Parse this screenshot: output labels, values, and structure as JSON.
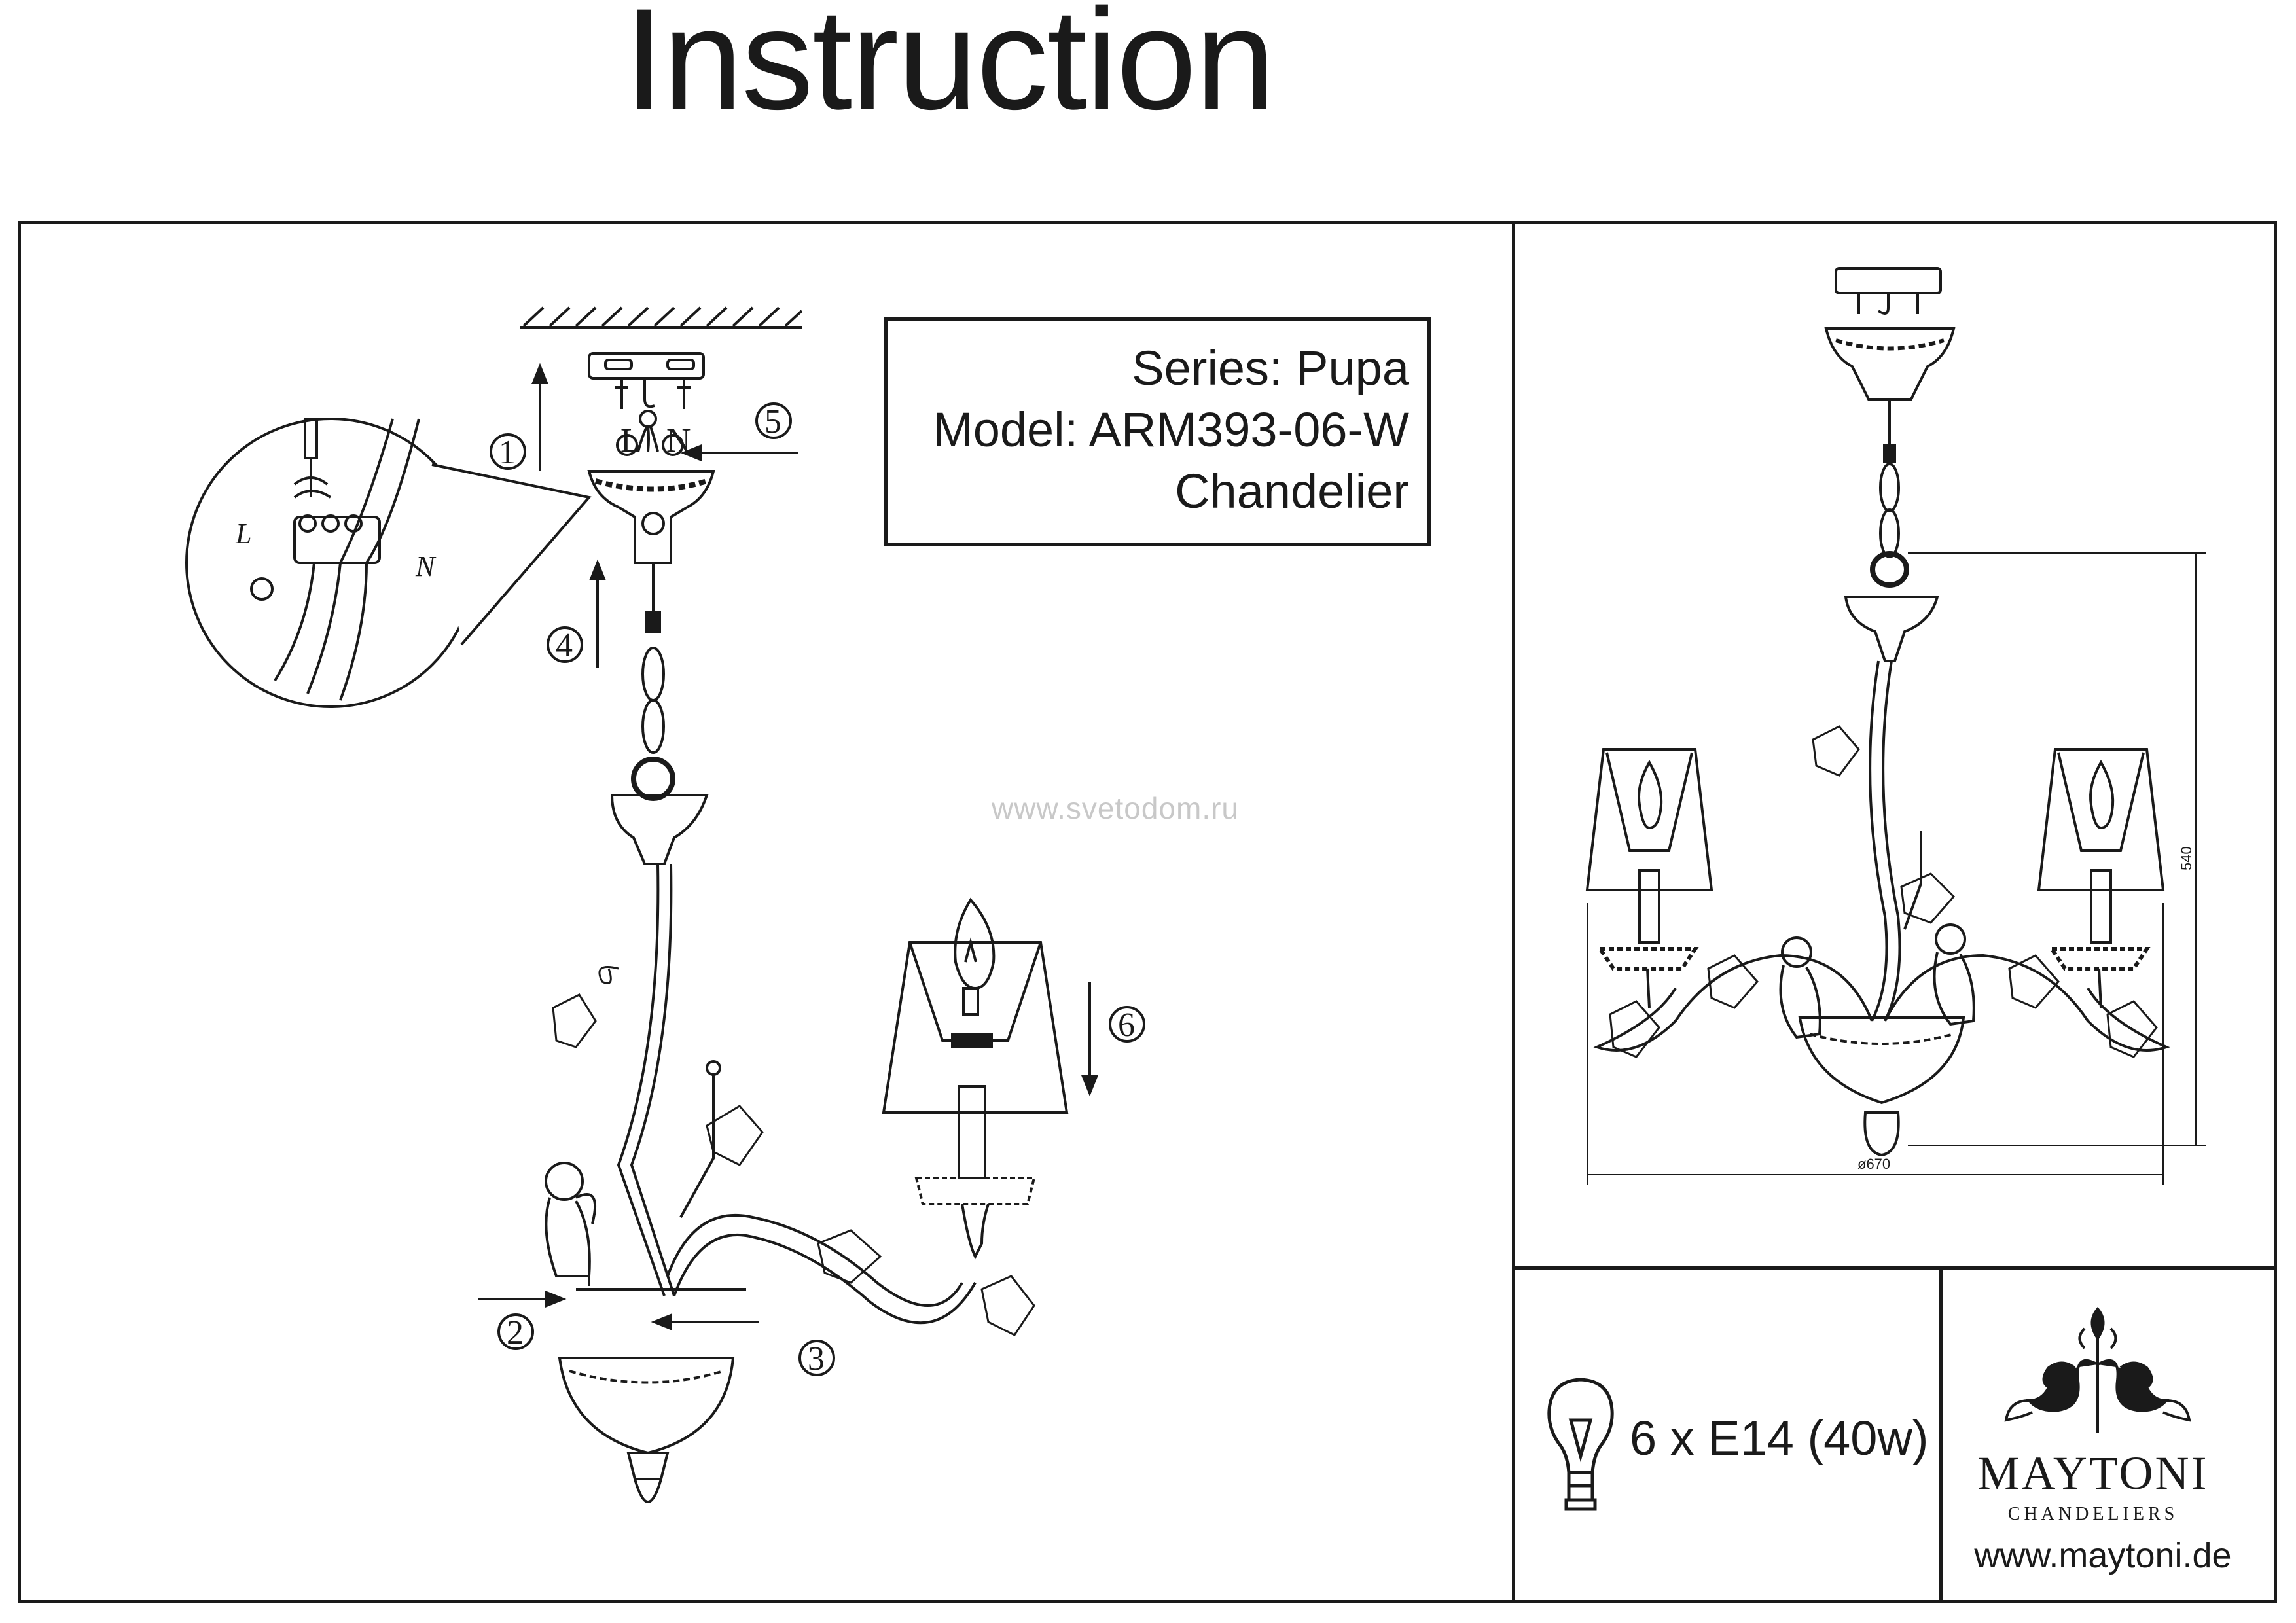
{
  "header": {
    "title": "Instruction"
  },
  "info": {
    "series": "Series: Pupa",
    "model": "Model: ARM393-06-W",
    "type": "Chandelier"
  },
  "watermark": "www.svetodom.ru",
  "steps": [
    "1",
    "2",
    "3",
    "4",
    "5",
    "6"
  ],
  "wiring": {
    "live_label": "L",
    "neutral_label": "N",
    "live_short": "L",
    "neutral_short": "N"
  },
  "dimensions": {
    "height": "540",
    "diameter": "ø670"
  },
  "lamp": {
    "spec": "6 x E14 (40w)",
    "icon": "bulb-icon"
  },
  "brand": {
    "name": "MAYTONI",
    "sub": "CHANDELIERS",
    "website": "www.maytoni.de",
    "logo_icon": "fleur-de-lis-icon"
  }
}
